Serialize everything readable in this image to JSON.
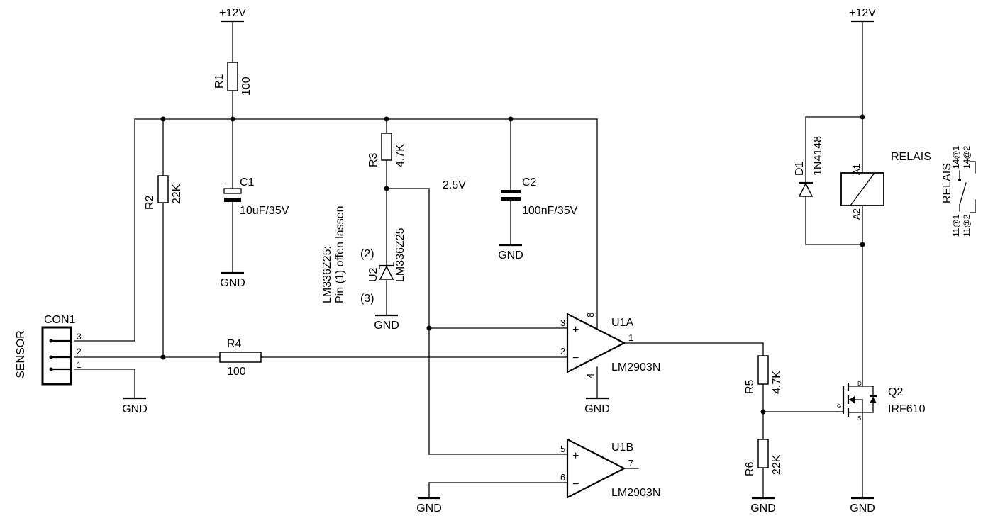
{
  "power": {
    "vcc_label": "+12V",
    "gnd_label": "GND"
  },
  "net_label_2v5": "2.5V",
  "connector": {
    "ref": "CON1",
    "name": "SENSOR",
    "pins": [
      "3",
      "2",
      "1"
    ]
  },
  "resistors": {
    "r1": {
      "ref": "R1",
      "value": "100"
    },
    "r2": {
      "ref": "R2",
      "value": "22K"
    },
    "r3": {
      "ref": "R3",
      "value": "4.7K"
    },
    "r4": {
      "ref": "R4",
      "value": "100"
    },
    "r5": {
      "ref": "R5",
      "value": "4.7K"
    },
    "r6": {
      "ref": "R6",
      "value": "22K"
    }
  },
  "capacitors": {
    "c1": {
      "ref": "C1",
      "value": "10uF/35V",
      "polarity": "+"
    },
    "c2": {
      "ref": "C2",
      "value": "100nF/35V"
    }
  },
  "u2": {
    "ref": "U2",
    "part": "LM336Z25",
    "pin_top": "(2)",
    "pin_bottom": "(3)",
    "note_line1": "LM336Z25:",
    "note_line2": "Pin (1) offen lassen"
  },
  "u1a": {
    "ref": "U1A",
    "part": "LM2903N",
    "pin_plus": "3",
    "pin_minus": "2",
    "pin_out": "1",
    "pin_vcc": "8",
    "pin_gnd": "4",
    "plus_sign": "+",
    "minus_sign": "−"
  },
  "u1b": {
    "ref": "U1B",
    "part": "LM2903N",
    "pin_plus": "5",
    "pin_minus": "6",
    "pin_out": "7",
    "plus_sign": "+",
    "minus_sign": "−"
  },
  "d1": {
    "ref": "D1",
    "part": "1N4148"
  },
  "relay": {
    "ref": "RELAIS",
    "pin_a1": "A1",
    "pin_a2": "A2"
  },
  "relay_contact": {
    "ref": "RELAIS",
    "c1": "11@1",
    "c2": "11@2",
    "c3": "14@1",
    "c4": "14@2"
  },
  "q2": {
    "ref": "Q2",
    "part": "IRF610",
    "pin_d": "D",
    "pin_g": "G",
    "pin_s": "S"
  }
}
